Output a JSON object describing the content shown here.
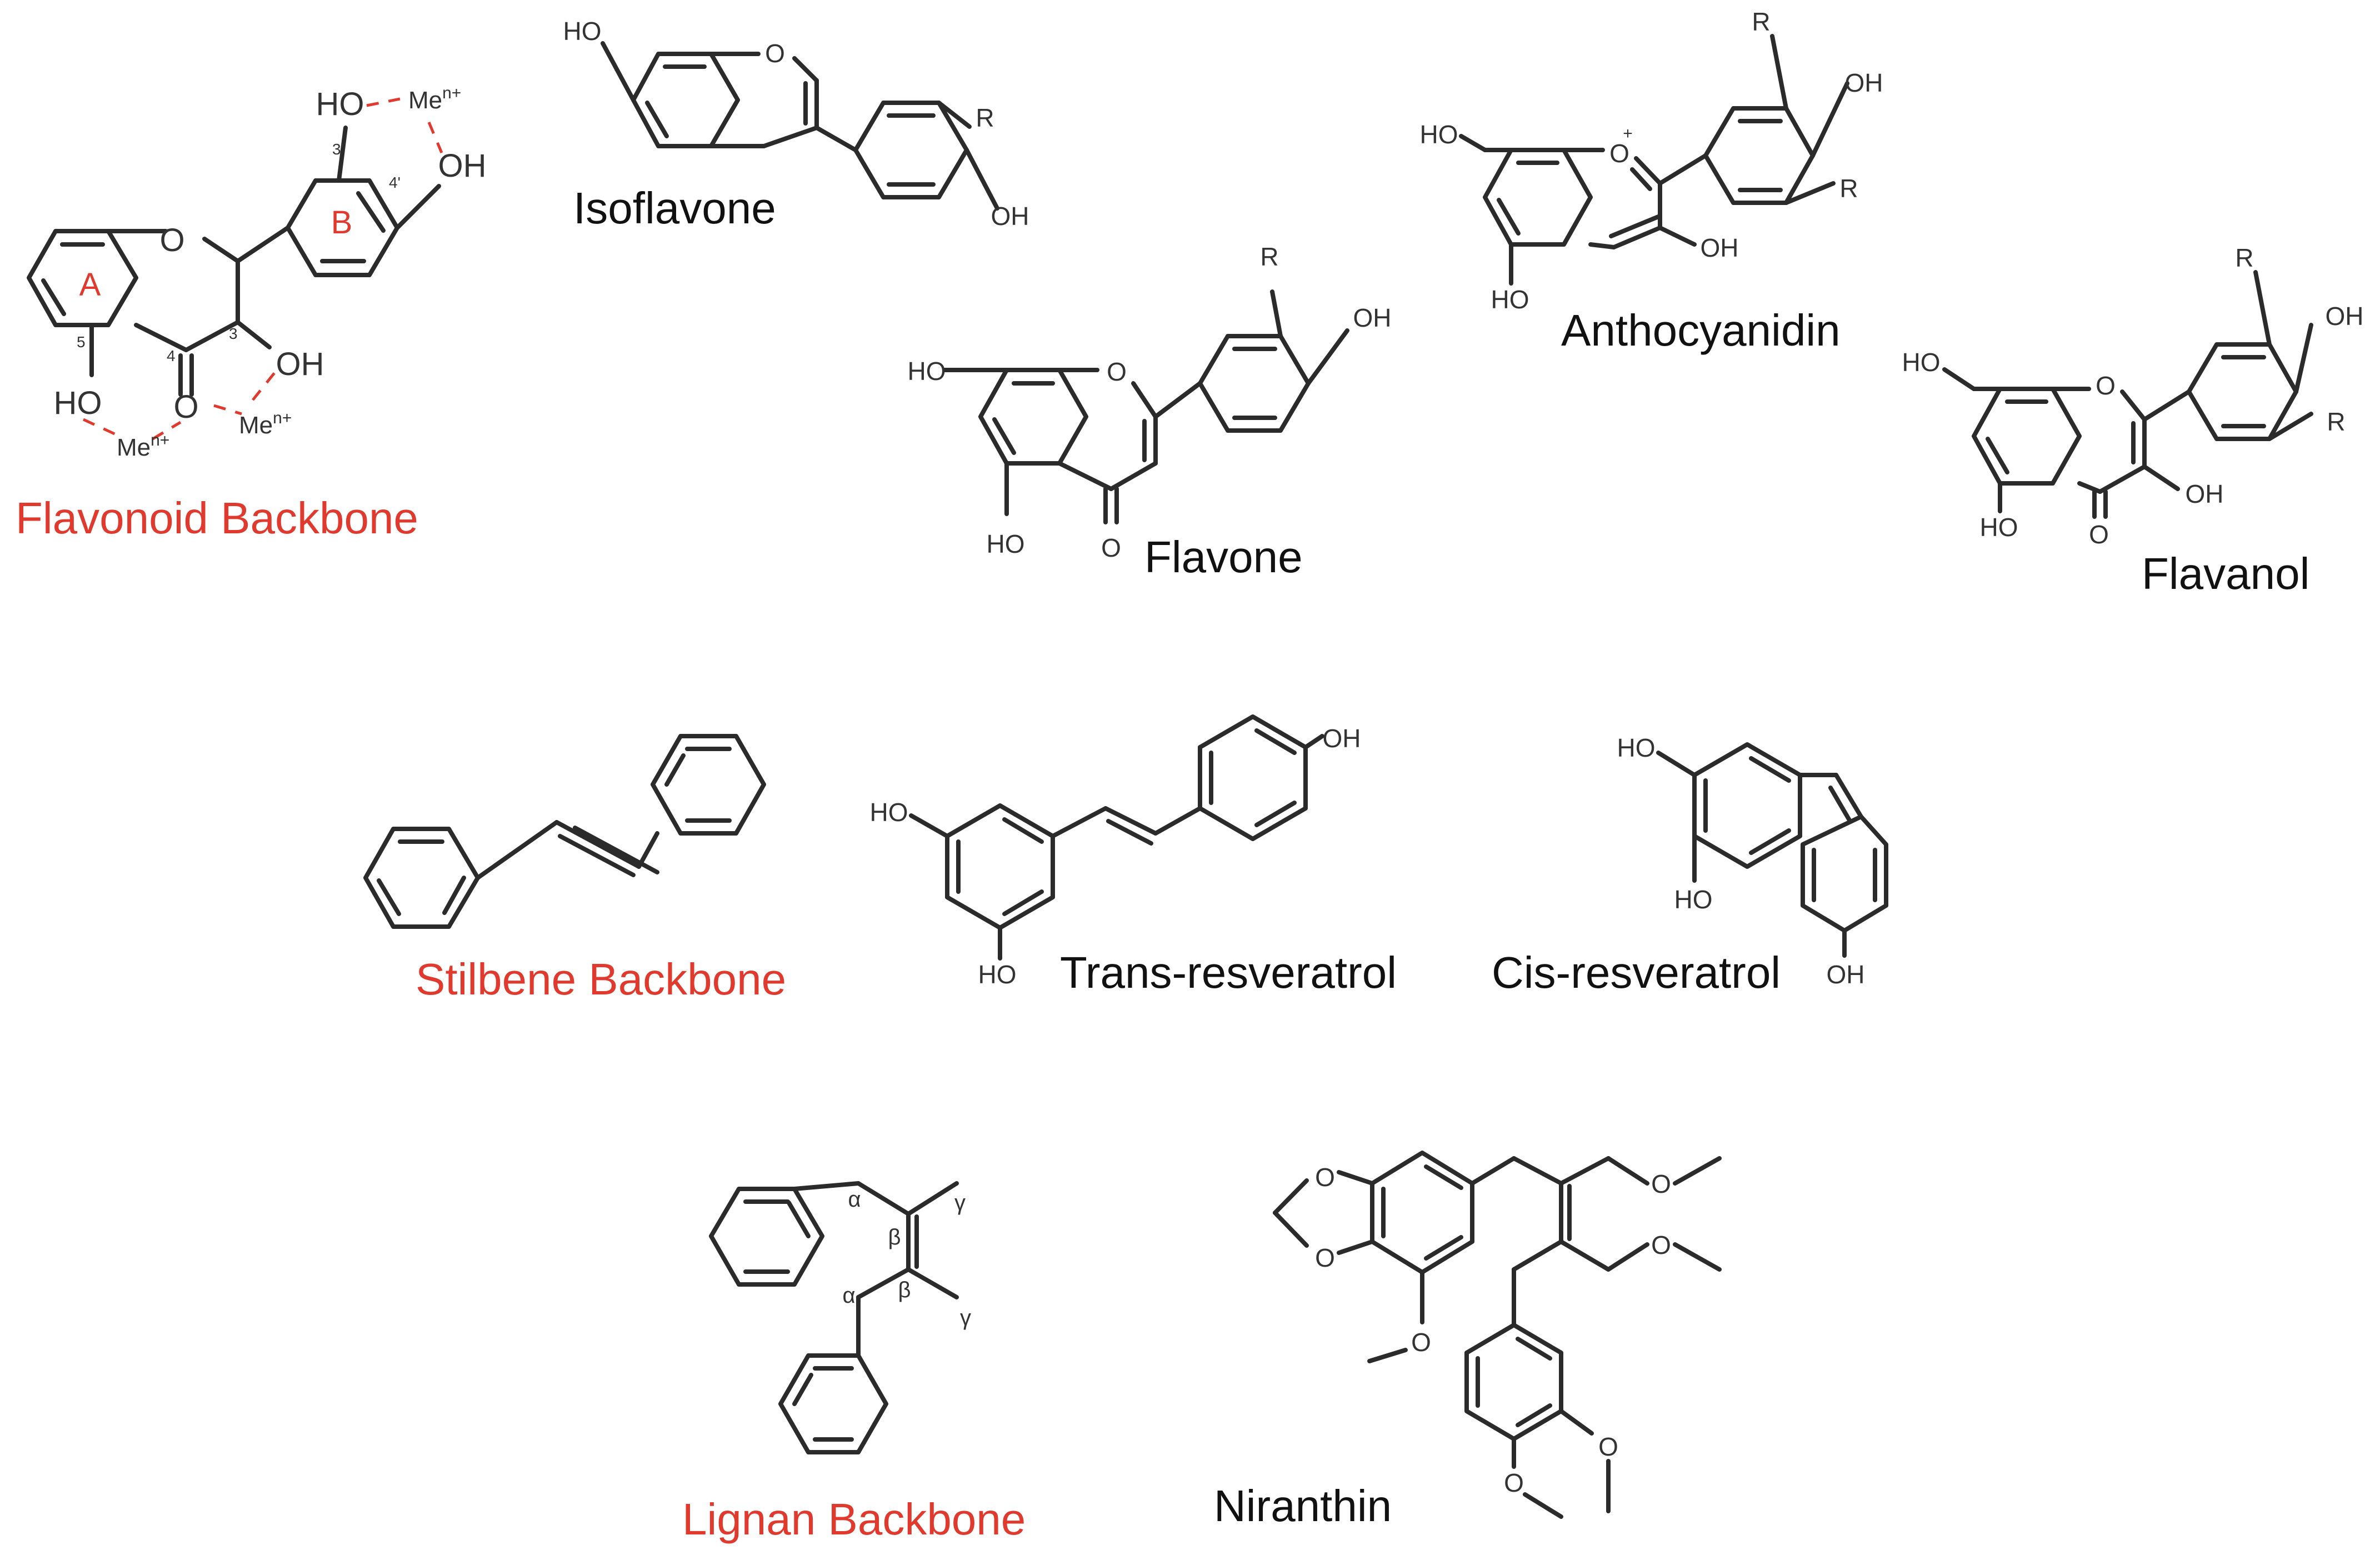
{
  "labels": {
    "flavonoid_backbone": "Flavonoid Backbone",
    "isoflavone": "Isoflavone",
    "flavone": "Flavone",
    "anthocyanidin": "Anthocyanidin",
    "flavanol": "Flavanol",
    "stilbene_backbone": "Stilbene Backbone",
    "trans_resveratrol": "Trans-resveratrol",
    "cis_resveratrol": "Cis-resveratrol",
    "lignan_backbone": "Lignan Backbone",
    "niranthin": "Niranthin"
  },
  "atoms": {
    "ho": "HO",
    "oh": "OH",
    "o": "O",
    "r": "R",
    "me": "Me",
    "charge": "n+",
    "plus": "+"
  },
  "ring_labels": {
    "a": "A",
    "b": "B"
  },
  "positions": {
    "p3p": "3'",
    "p4p": "4'",
    "p3": "3",
    "p4": "4",
    "p5": "5"
  },
  "greek": {
    "alpha": "α",
    "beta": "β",
    "gamma": "γ"
  },
  "colors": {
    "backbone_label": "#e03a2f",
    "bond": "#2b2b2b",
    "name_label": "#111111"
  }
}
